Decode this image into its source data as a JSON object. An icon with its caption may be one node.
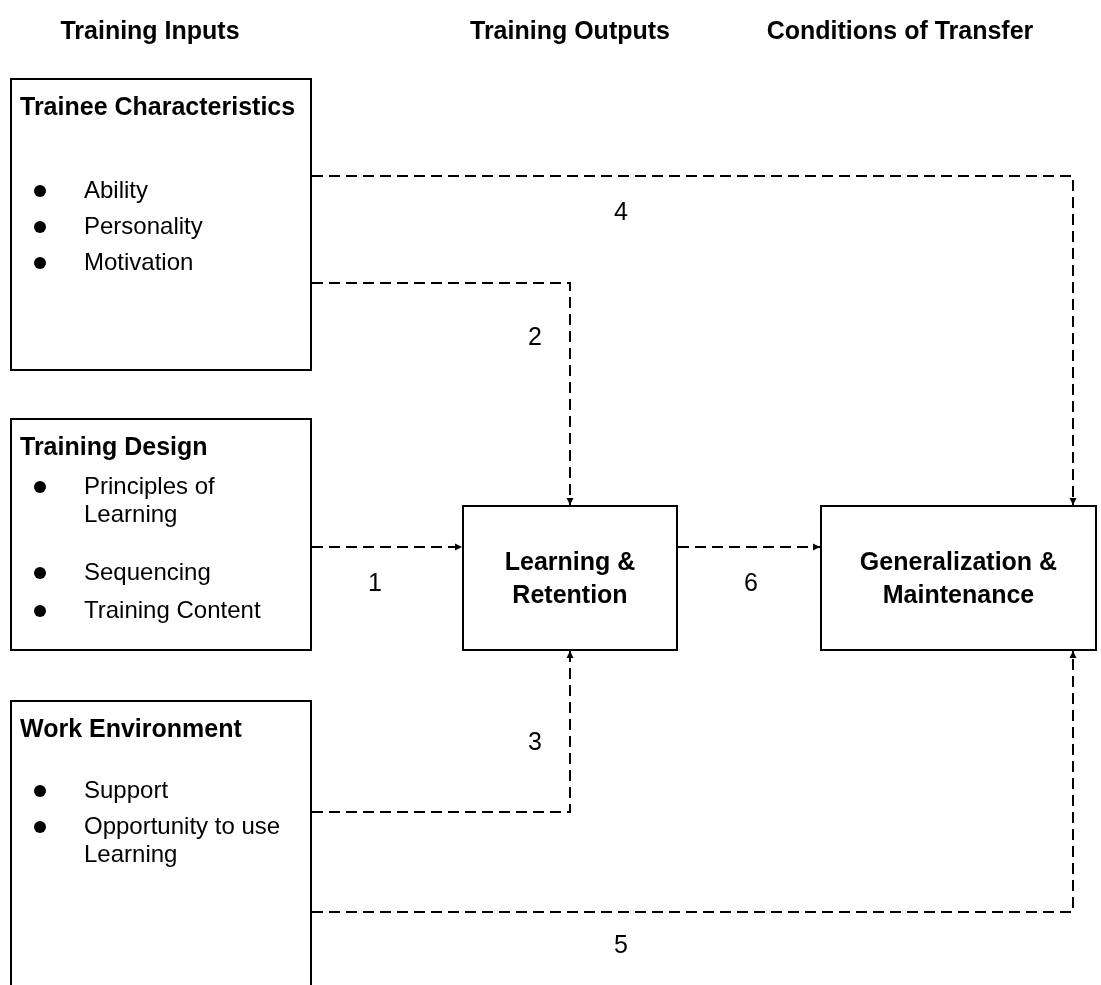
{
  "diagram": {
    "nodes": [
      {
        "text": [
          "Trainee Characteristics",
          "Ability",
          "Personality",
          "Motivation"
        ]
      },
      {
        "text": [
          "Training Design",
          "Principles of Learning",
          "Sequencing",
          "Training Content"
        ]
      },
      {
        "text": [
          "Work Environment",
          "Support",
          "Opportunity to use Learning"
        ]
      },
      {
        "text": [
          "Learning & Retention"
        ]
      },
      {
        "text": [
          "Generalization & Maintenance"
        ]
      }
    ],
    "edges": [
      {
        "from": 1,
        "to": 3,
        "arrow": "to",
        "label": "1",
        "style": "dashed"
      },
      {
        "from": 0,
        "to": 3,
        "arrow": "to",
        "label": "2",
        "style": "dashed"
      },
      {
        "from": 2,
        "to": 3,
        "arrow": "to",
        "label": "3",
        "style": "dashed"
      },
      {
        "from": 0,
        "to": 4,
        "arrow": "to",
        "label": "4",
        "style": "dashed"
      },
      {
        "from": 2,
        "to": 4,
        "arrow": "to",
        "label": "5",
        "style": "dashed"
      },
      {
        "from": 3,
        "to": 4,
        "arrow": "to",
        "label": "6",
        "style": "dashed"
      }
    ],
    "labels": [
      "Training Inputs",
      "Training Outputs",
      "Conditions of Transfer"
    ]
  }
}
